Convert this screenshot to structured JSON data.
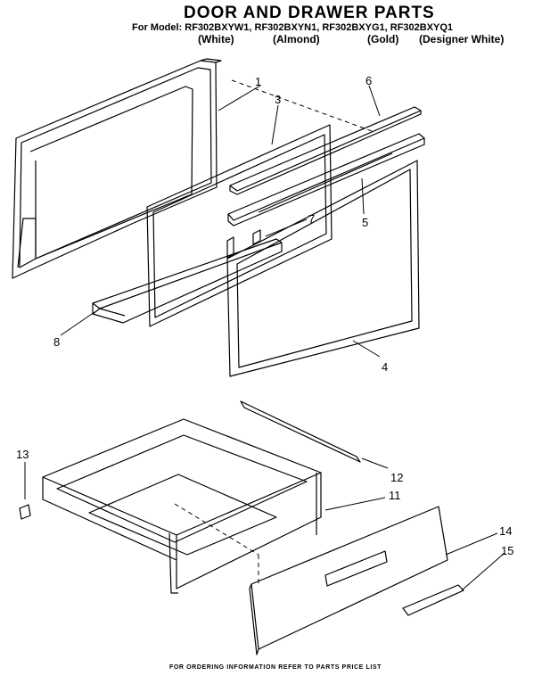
{
  "header": {
    "title": "DOOR AND DRAWER PARTS",
    "model_line": "For Model: RF302BXYW1, RF302BXYN1, RF302BXYG1, RF302BXYQ1",
    "finishes": [
      "(White)",
      "(Almond)",
      "(Gold)",
      "(Designer White)"
    ]
  },
  "callouts": {
    "p1": "1",
    "p3": "3",
    "p6": "6",
    "p7": "7",
    "p5": "5",
    "p8": "8",
    "p4": "4",
    "p13": "13",
    "p12": "12",
    "p11": "11",
    "p14": "14",
    "p15": "15"
  },
  "footer": {
    "note": "FOR ORDERING INFORMATION REFER TO PARTS PRICE LIST"
  }
}
